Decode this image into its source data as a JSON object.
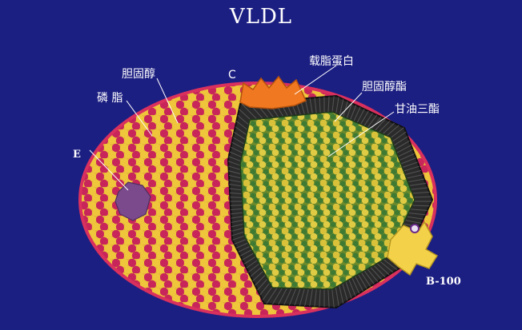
{
  "title": "VLDL",
  "labels": {
    "phospholipid": "磷 脂",
    "cholesterol": "胆固醇",
    "apo_c": "C",
    "apolipoprotein": "载脂蛋白",
    "cholesteryl_ester": "胆固醇酯",
    "triglyceride": "甘油三酯",
    "apo_e": "E",
    "apo_b100": "B-100"
  },
  "colors": {
    "background": "#1c1f82",
    "panel": "#3a3aa0",
    "phospholipid_head_red": "#c8265a",
    "phospholipid_head_yellow": "#efc63b",
    "core_green": "#3f7a33",
    "core_yellow": "#d9c23a",
    "monolayer_tails": "#2a2a2a",
    "apo_c_orange": "#f07820",
    "apo_e_purple": "#7a4a8c",
    "apo_b_yellow": "#f3d24a"
  }
}
